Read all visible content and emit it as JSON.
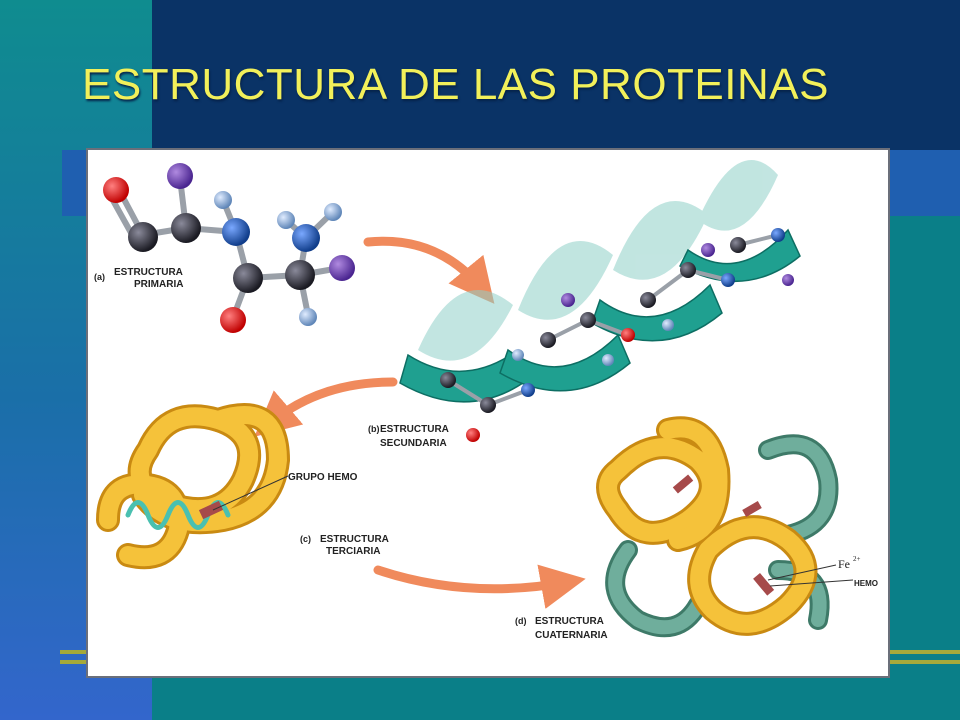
{
  "slide": {
    "title": "ESTRUCTURA DE LAS PROTEINAS"
  },
  "figure": {
    "panels": [
      {
        "letter": "(a)",
        "line1": "ESTRUCTURA",
        "line2": "PRIMARIA"
      },
      {
        "letter": "(b)",
        "line1": "ESTRUCTURA",
        "line2": "SECUNDARIA"
      },
      {
        "letter": "(c)",
        "line1": "ESTRUCTURA",
        "line2": "TERCIARIA"
      },
      {
        "letter": "(d)",
        "line1": "ESTRUCTURA",
        "line2": "CUATERNARIA"
      }
    ],
    "callouts": {
      "grupo_hemo": "GRUPO HEMO",
      "iron": "Fe",
      "iron_charge": "2+",
      "hemo": "HEMO"
    },
    "colors": {
      "protein_gold": "#f2b82e",
      "protein_green": "#5f9e8c",
      "helix_ribbon": "#27a89a",
      "arrow": "#f08a5c",
      "atom_carbon": "#2a2a35",
      "atom_oxygen": "#e02020",
      "atom_nitrogen": "#1f5fb8",
      "atom_r_group": "#6a3fb0",
      "atom_hydrogen": "#8fb0d8"
    }
  }
}
